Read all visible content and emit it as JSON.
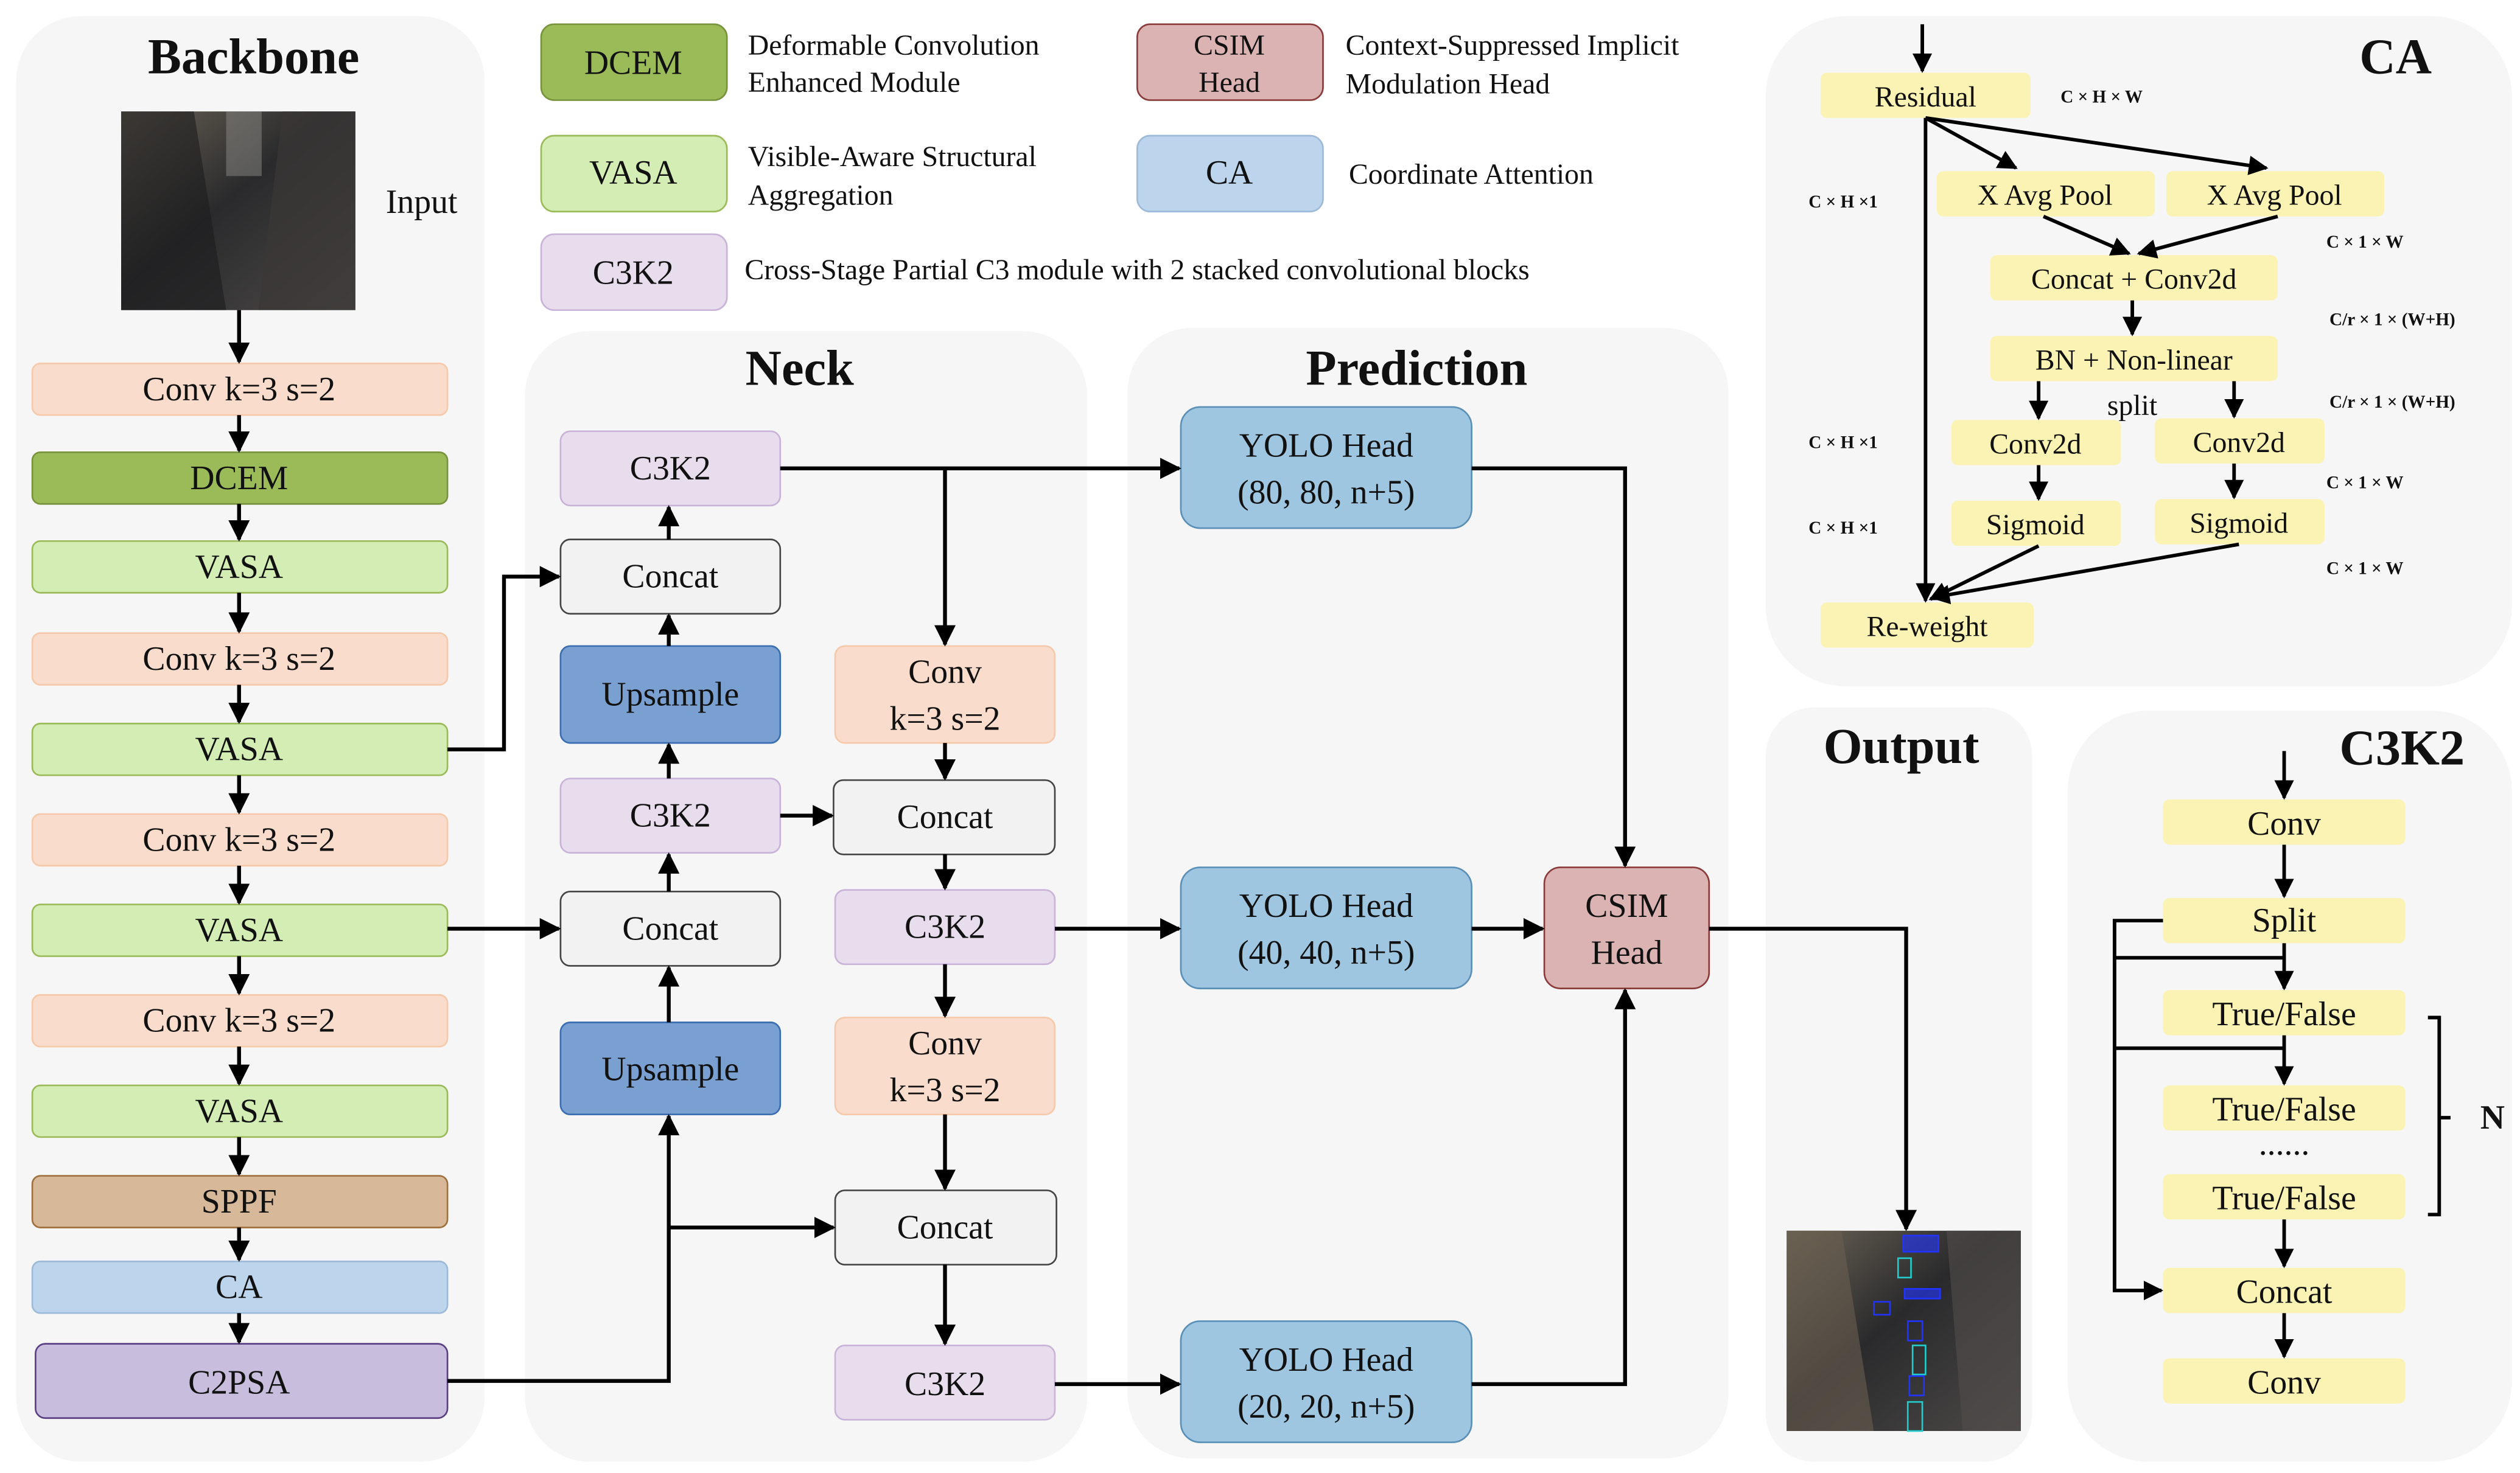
{
  "colors": {
    "conv": "#f9dccb",
    "dcem": "#9bbb59",
    "vasa": "#d3edb5",
    "c3k2": "#e7dded",
    "csim": "#dcb3b3",
    "ca": "#bdd5ec",
    "sppf": "#d7b99a",
    "c2psa": "#c8bddc",
    "upsample": "#7aa0d2",
    "yolo": "#9fc6e1",
    "concat": "#f2f2f2",
    "ca_block": "#fbf3b3",
    "panel": "#f6f6f6"
  },
  "legend": {
    "dcem": {
      "tag": "DCEM",
      "desc1": "Deformable Convolution",
      "desc2": "Enhanced Module"
    },
    "vasa": {
      "tag": "VASA",
      "desc1": "Visible-Aware Structural",
      "desc2": "Aggregation"
    },
    "c3k2": {
      "tag": "C3K2",
      "desc": "Cross-Stage Partial C3 module with 2 stacked convolutional blocks"
    },
    "csim": {
      "tag1": "CSIM",
      "tag2": "Head",
      "desc1": "Context-Suppressed Implicit",
      "desc2": "Modulation Head"
    },
    "ca": {
      "tag": "CA",
      "desc": "Coordinate Attention"
    }
  },
  "backbone": {
    "title": "Backbone",
    "input_label": "Input",
    "blocks": [
      "Conv k=3 s=2",
      "DCEM",
      "VASA",
      "Conv k=3 s=2",
      "VASA",
      "Conv k=3 s=2",
      "VASA",
      "Conv k=3 s=2",
      "VASA",
      "SPPF",
      "CA",
      "C2PSA"
    ]
  },
  "neck": {
    "title": "Neck",
    "left": [
      "C3K2",
      "Concat",
      "Upsample",
      "C3K2",
      "Concat",
      "Upsample"
    ],
    "right": {
      "conv1a": "Conv",
      "conv1b": "k=3 s=2",
      "concat1": "Concat",
      "c3k2a": "C3K2",
      "conv2a": "Conv",
      "conv2b": "k=3 s=2",
      "concat2": "Concat",
      "c3k2b": "C3K2"
    }
  },
  "prediction": {
    "title": "Prediction",
    "heads": [
      {
        "name": "YOLO Head",
        "shape": "(80, 80, n+5)"
      },
      {
        "name": "YOLO Head",
        "shape": "(40, 40, n+5)"
      },
      {
        "name": "YOLO Head",
        "shape": "(20, 20, n+5)"
      }
    ],
    "csim1": "CSIM",
    "csim2": "Head"
  },
  "output": {
    "title": "Output"
  },
  "ca_panel": {
    "title": "CA",
    "residual": "Residual",
    "pool1": "X Avg Pool",
    "pool2": "X Avg Pool",
    "concat_conv": "Concat + Conv2d",
    "bn": "BN + Non-linear",
    "split": "split",
    "conv2d_1": "Conv2d",
    "conv2d_2": "Conv2d",
    "sigmoid_1": "Sigmoid",
    "sigmoid_2": "Sigmoid",
    "reweight": "Re-weight",
    "dims": {
      "chw": "C × H × W",
      "ch1_a": "C × H ×1",
      "ch1_b": "C × H ×1",
      "ch1_c": "C × H ×1",
      "c1w_a": "C × 1 × W",
      "crwh_a": "C/r × 1 × (W+H)",
      "crwh_b": "C/r × 1 × (W+H)",
      "c1w_b": "C × 1 × W",
      "c1w_c": "C × 1 × W"
    }
  },
  "c3k2_panel": {
    "title": "C3K2",
    "blocks": [
      "Conv",
      "Split",
      "True/False",
      "True/False",
      "True/False",
      "Concat",
      "Conv"
    ],
    "ellipsis": "......",
    "repeat_label": "N"
  }
}
